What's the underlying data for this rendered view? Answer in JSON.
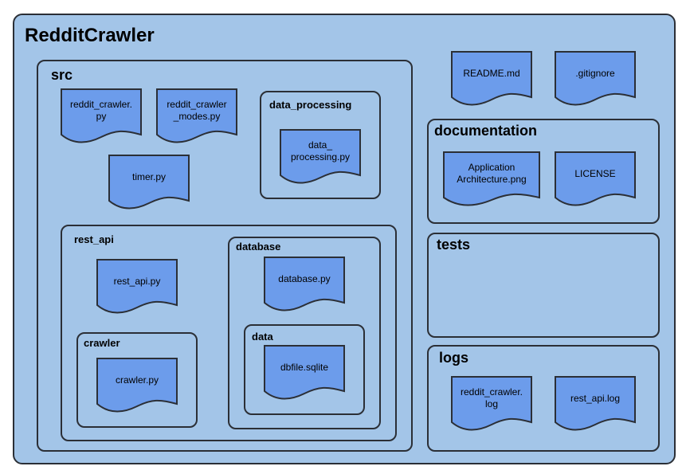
{
  "root": {
    "title": "RedditCrawler"
  },
  "src": {
    "title": "src",
    "files": {
      "reddit_crawler": "reddit_crawler.\npy",
      "reddit_crawler_modes": "reddit_crawler\n_modes.py",
      "timer": "timer.py"
    },
    "data_processing": {
      "title": "data_processing",
      "file": "data_\nprocessing.py"
    },
    "rest_api": {
      "title": "rest_api",
      "file": "rest_api.py",
      "crawler": {
        "title": "crawler",
        "file": "crawler.py"
      },
      "database": {
        "title": "database",
        "file": "database.py",
        "data": {
          "title": "data",
          "file": "dbfile.sqlite"
        }
      }
    }
  },
  "root_files": {
    "readme": "README.md",
    "gitignore": ".gitignore"
  },
  "documentation": {
    "title": "documentation",
    "architecture": "Application\nArchitecture.png",
    "license": "LICENSE"
  },
  "tests": {
    "title": "tests"
  },
  "logs": {
    "title": "logs",
    "reddit_crawler_log": "reddit_crawler.\nlog",
    "rest_api_log": "rest_api.log"
  },
  "colors": {
    "folder_fill": "#a3c5e8",
    "file_fill": "#6c9ceb",
    "stroke": "#2b2f36"
  }
}
